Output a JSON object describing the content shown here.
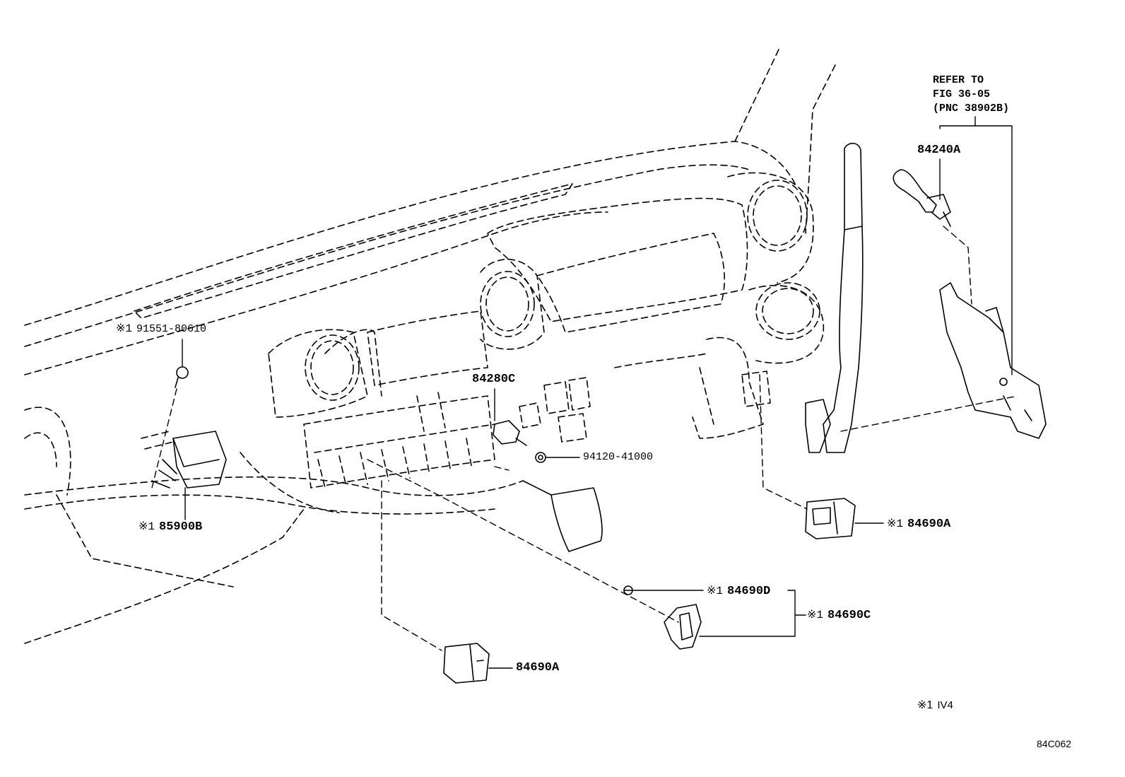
{
  "diagram": {
    "figure_code": "84C062",
    "refer_note": {
      "line1": "REFER TO",
      "line2": "FIG 36-05",
      "line3": "(PNC 38902B)"
    },
    "footnote": {
      "mark": "※1",
      "text": "IV4"
    },
    "parts": [
      {
        "mark": "※1",
        "number": "91551-80610"
      },
      {
        "mark": "※1",
        "number": "85900B"
      },
      {
        "mark": "",
        "number": "84280C"
      },
      {
        "mark": "",
        "number": "94120-41000"
      },
      {
        "mark": "",
        "number": "84240A"
      },
      {
        "mark": "※1",
        "number": "84690A"
      },
      {
        "mark": "※1",
        "number": "84690D"
      },
      {
        "mark": "※1",
        "number": "84690C"
      },
      {
        "mark": "",
        "number": "84690A"
      }
    ]
  }
}
